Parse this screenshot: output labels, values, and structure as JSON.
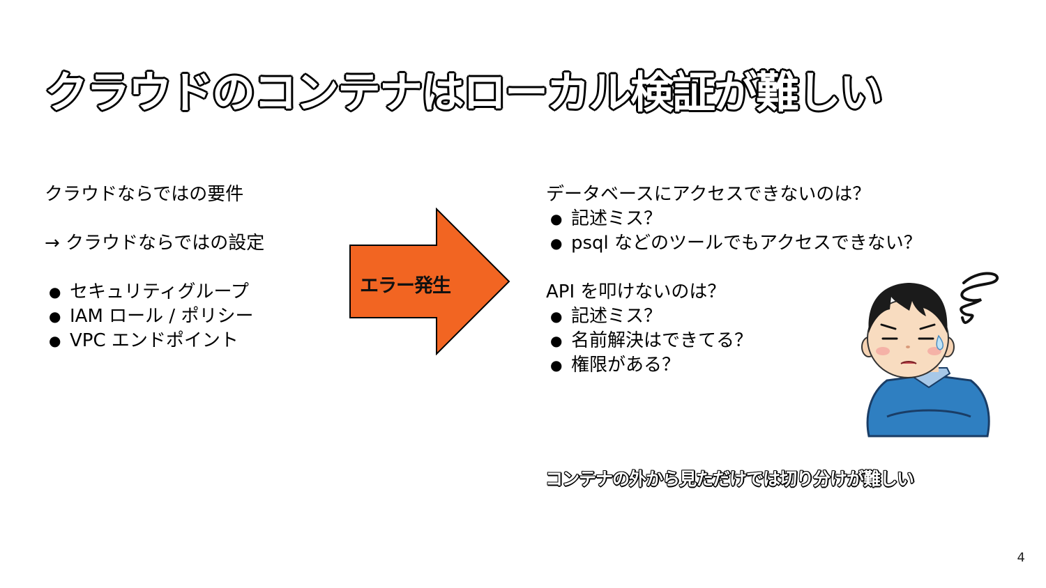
{
  "slide": {
    "title": "クラウドのコンテナはローカル検証が難しい",
    "page_number": "4",
    "left": {
      "heading": "クラウドならではの要件",
      "subheading": "→ クラウドならではの設定",
      "bullets": [
        "セキュリティグループ",
        "IAM ロール / ポリシー",
        "VPC エンドポイント"
      ]
    },
    "arrow": {
      "label": "エラー発生",
      "fill_color": "#f26522"
    },
    "right": {
      "question1": "データベースにアクセスできないのは？",
      "bullets1": [
        "記述ミス？",
        "psql などのツールでもアクセスできない？"
      ],
      "question2": "API を叩けないのは？",
      "bullets2": [
        "記述ミス？",
        "名前解決はできてる？",
        "権限がある？"
      ]
    },
    "note": "コンテナの外から見ただけでは切り分けが難しい",
    "illustration_icon": "worried-person-icon"
  }
}
